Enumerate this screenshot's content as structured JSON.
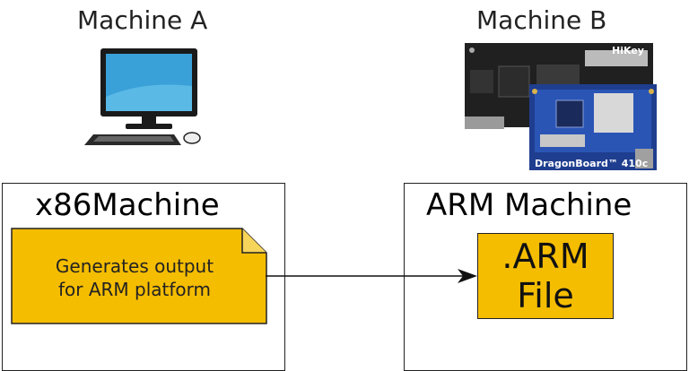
{
  "machine_a": {
    "title": "Machine A",
    "box_label": "x86Machine"
  },
  "machine_b": {
    "title": "Machine B",
    "box_label": "ARM Machine",
    "board_top_text": "HiKey",
    "board_bottom_text": "DragonBoard™ 410c"
  },
  "note": {
    "line1": "Generates output",
    "line2": "for ARM platform"
  },
  "arm_file": {
    "line1": ".ARM",
    "line2": "File"
  },
  "colors": {
    "note_fill": "#f5bd00",
    "arm_fill": "#f5bd00",
    "stroke": "#222222"
  }
}
